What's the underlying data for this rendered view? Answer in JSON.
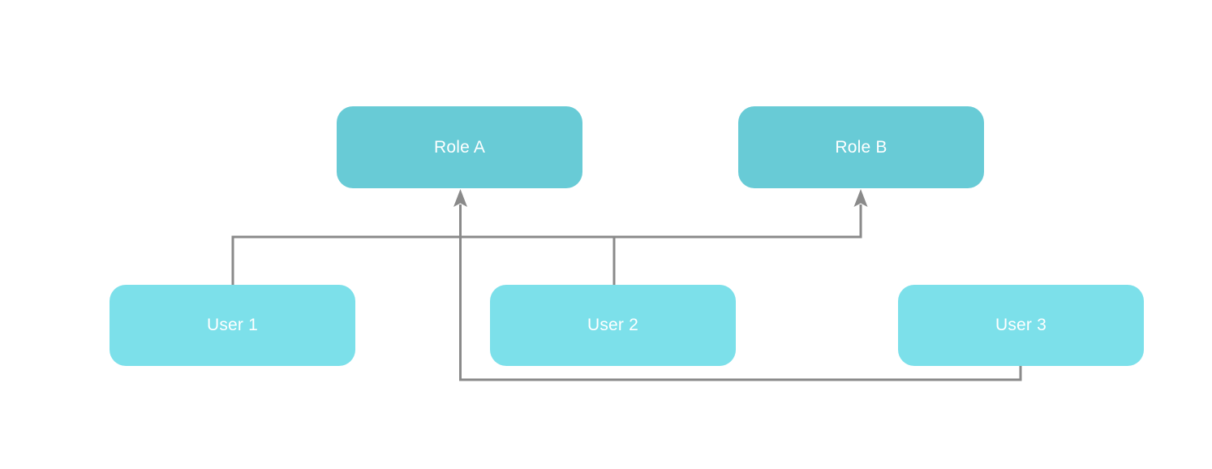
{
  "diagram": {
    "type": "flowchart",
    "background": "#ffffff",
    "edge_color": "#8a8a8a",
    "nodes": [
      {
        "id": "role-a",
        "label": "Role A",
        "kind": "role",
        "fill": "#68cbd6",
        "text_color": "#ffffff"
      },
      {
        "id": "role-b",
        "label": "Role B",
        "kind": "role",
        "fill": "#68cbd6",
        "text_color": "#ffffff"
      },
      {
        "id": "user-1",
        "label": "User 1",
        "kind": "user",
        "fill": "#7ce0ea",
        "text_color": "#ffffff"
      },
      {
        "id": "user-2",
        "label": "User 2",
        "kind": "user",
        "fill": "#7ce0ea",
        "text_color": "#ffffff"
      },
      {
        "id": "user-3",
        "label": "User 3",
        "kind": "user",
        "fill": "#7ce0ea",
        "text_color": "#ffffff"
      }
    ],
    "edges": [
      {
        "from": "User 1",
        "to": "Role B",
        "arrow": "arrowhead-at-target"
      },
      {
        "from": "User 2",
        "to": "Role B",
        "arrow": "arrowhead-at-target"
      },
      {
        "from": "User 3",
        "to": "Role A",
        "arrow": "arrowhead-at-target"
      }
    ]
  }
}
